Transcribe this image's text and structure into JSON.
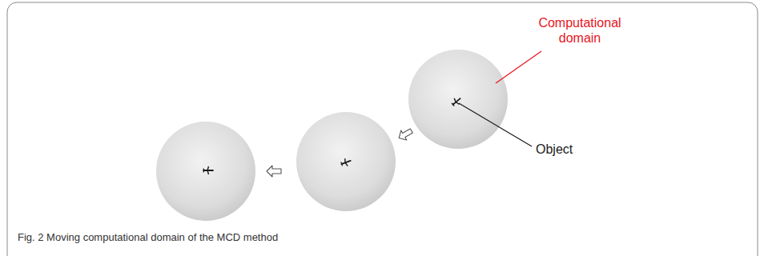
{
  "diagram": {
    "caption": "Fig. 2 Moving computational domain of the MCD method",
    "labels": [
      "Computational domain",
      "Object"
    ]
  }
}
